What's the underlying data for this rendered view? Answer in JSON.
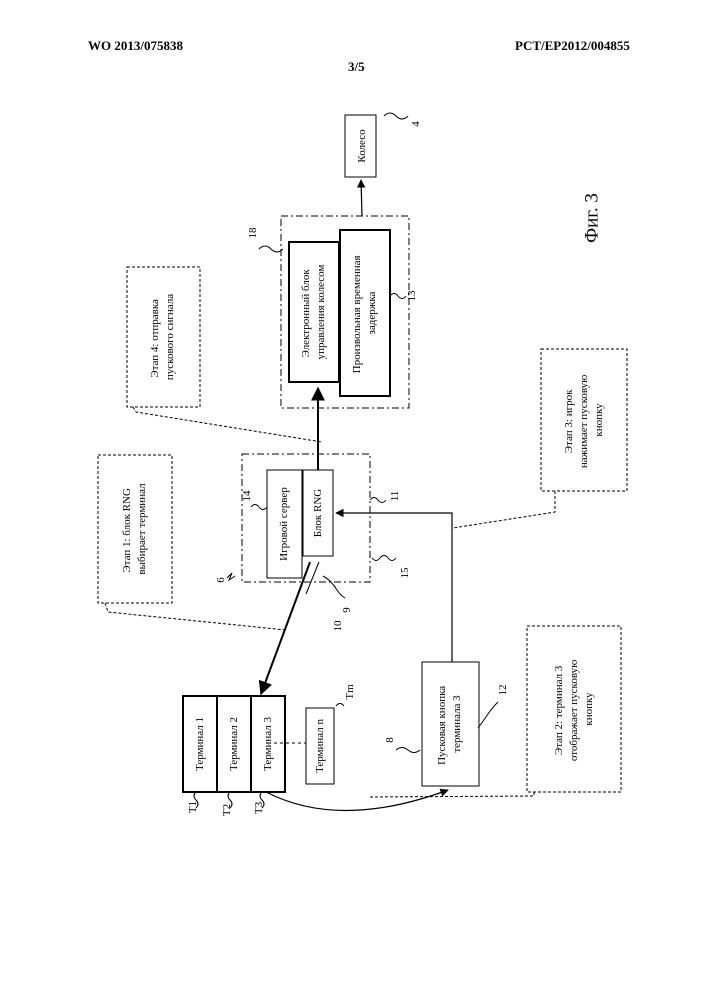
{
  "header": {
    "publication_number": "WO 2013/075838",
    "application_number": "PCT/EP2012/004855",
    "page": "3/5"
  },
  "figure": {
    "caption": "Фиг. 3",
    "blocks": {
      "wheel": "Колесо",
      "ecu_line1": "Электронный блок",
      "ecu_line2": "управления колесом",
      "delay_line1": "Произвольная временная",
      "delay_line2": "задержка",
      "game_server": "Игровой сервер",
      "rng": "Блок RNG",
      "terminal_1": "Терминал 1",
      "terminal_2": "Терминал 2",
      "terminal_3": "Терминал 3",
      "terminal_n": "Терминал n",
      "start_line1": "Пусковая кнопка",
      "start_line2": "терминала 3"
    },
    "notes": {
      "step1_line1": "Этап 1: блок RNG",
      "step1_line2": "выбирает терминал",
      "step2_line1": "Этап 2: терминал 3",
      "step2_line2": "отображает пусковую",
      "step2_line3": "кнопку",
      "step3_line1": "Этап 3: игрок",
      "step3_line2": "нажимает пусковую",
      "step3_line3": "кнопку",
      "step4_line1": "Этап 4: отправка",
      "step4_line2": "пускового сигнала"
    },
    "refs": {
      "r4": "4",
      "r18": "18",
      "r13": "13",
      "r14": "14",
      "r6": "6",
      "r9": "9",
      "r15": "15",
      "r11": "11",
      "r10": "10",
      "r8": "8",
      "r12": "12",
      "rT1": "T1",
      "rT2": "T2",
      "rT3": "T3",
      "rTm": "Tm"
    }
  }
}
